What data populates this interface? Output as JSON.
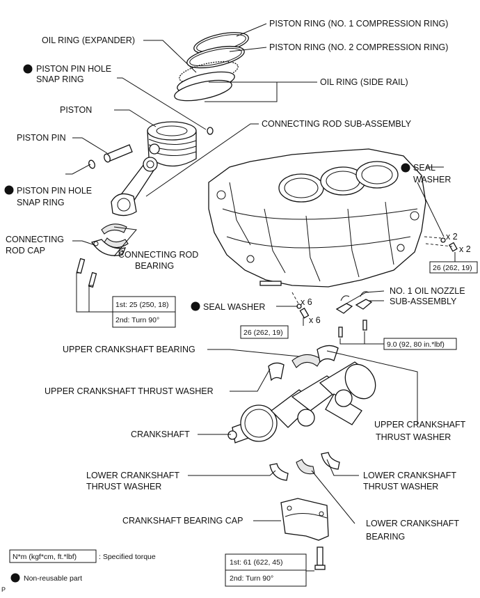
{
  "labels": {
    "piston_ring_no1": "PISTON RING (NO. 1 COMPRESSION RING)",
    "oil_ring_expander": "OIL RING (EXPANDER)",
    "piston_ring_no2": "PISTON RING (NO. 2 COMPRESSION RING)",
    "snap_ring_top_1": "PISTON PIN HOLE",
    "snap_ring_top_2": "SNAP RING",
    "oil_ring_side_rail": "OIL RING (SIDE RAIL)",
    "piston": "PISTON",
    "connecting_rod_sub_assembly": "CONNECTING ROD SUB-ASSEMBLY",
    "piston_pin": "PISTON PIN",
    "seal_washer_right_1": "SEAL",
    "seal_washer_right_2": "WASHER",
    "snap_ring_bottom_1": "PISTON PIN HOLE",
    "snap_ring_bottom_2": "SNAP RING",
    "connecting_rod_cap_1": "CONNECTING",
    "connecting_rod_cap_2": "ROD CAP",
    "connecting_rod_bearing_1": "CONNECTING ROD",
    "connecting_rod_bearing_2": "BEARING",
    "qty_x2_a": "x 2",
    "qty_x2_b": "x 2",
    "oil_nozzle_1": "NO. 1 OIL NOZZLE",
    "oil_nozzle_2": "SUB-ASSEMBLY",
    "seal_washer_mid": "SEAL WASHER",
    "qty_x6_a": "x 6",
    "qty_x6_b": "x 6",
    "upper_crankshaft_bearing": "UPPER CRANKSHAFT BEARING",
    "upper_thrust_washer_left": "UPPER CRANKSHAFT THRUST WASHER",
    "upper_thrust_washer_right_1": "UPPER CRANKSHAFT",
    "upper_thrust_washer_right_2": "THRUST WASHER",
    "crankshaft": "CRANKSHAFT",
    "lower_thrust_left_1": "LOWER CRANKSHAFT",
    "lower_thrust_left_2": "THRUST WASHER",
    "lower_thrust_right_1": "LOWER CRANKSHAFT",
    "lower_thrust_right_2": "THRUST WASHER",
    "crankshaft_bearing_cap": "CRANKSHAFT BEARING CAP",
    "lower_bearing_1": "LOWER CRANKSHAFT",
    "lower_bearing_2": "BEARING",
    "corner_letter": "P"
  },
  "torque": {
    "rod_1st": "1st: 25 (250, 18)",
    "rod_2nd": "2nd: Turn 90°",
    "seal_bolt_right": "26 (262, 19)",
    "seal_bolt_mid": "26 (262, 19)",
    "oil_nozzle": "9.0 (92, 80 in.*lbf)",
    "cap_1st": "1st: 61 (622, 45)",
    "cap_2nd": "2nd: Turn 90°"
  },
  "legend": {
    "torque_unit": "N*m (kgf*cm, ft.*lbf)",
    "torque_desc": ": Specified torque",
    "non_reusable": "Non-reusable part"
  }
}
